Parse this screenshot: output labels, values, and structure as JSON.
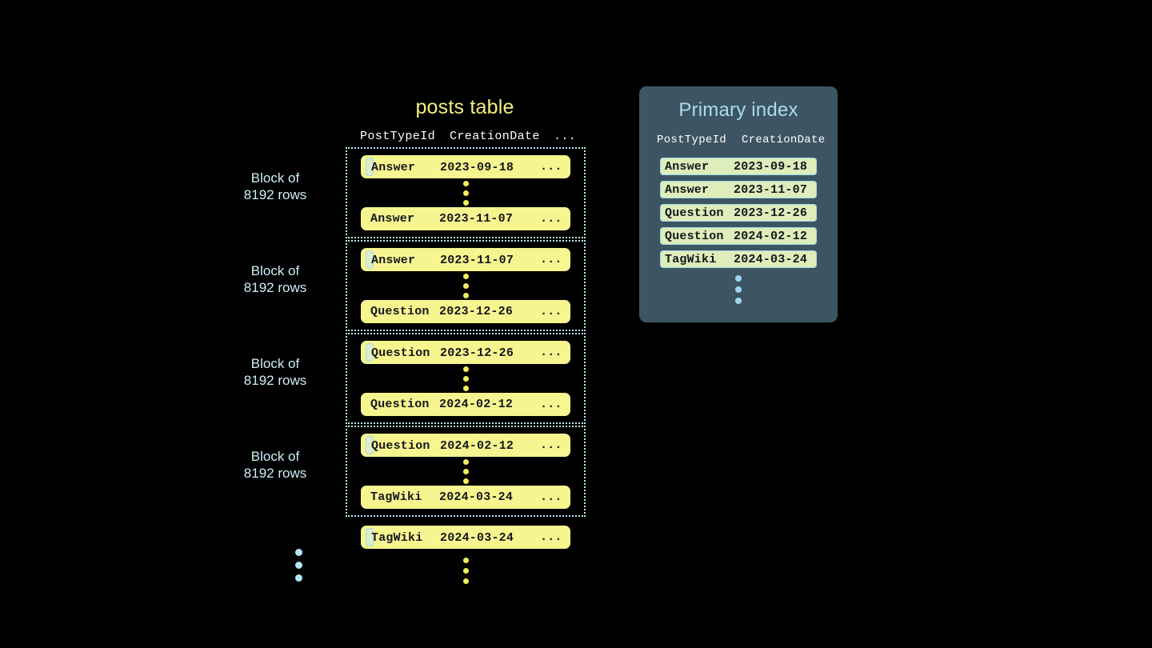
{
  "posts_table": {
    "title": "posts table",
    "columns": {
      "post_type_id": "PostTypeId",
      "creation_date": "CreationDate",
      "ellipsis": "..."
    },
    "row_ellipsis": "...",
    "block_label": "Block of\n8192 rows",
    "blocks": [
      {
        "label": "Block of\n8192 rows",
        "first_row": {
          "post_type_id": "Answer",
          "creation_date": "2023-09-18",
          "marked": true
        },
        "last_row": {
          "post_type_id": "Answer",
          "creation_date": "2023-11-07",
          "marked": false
        }
      },
      {
        "label": "Block of\n8192 rows",
        "first_row": {
          "post_type_id": "Answer",
          "creation_date": "2023-11-07",
          "marked": true
        },
        "last_row": {
          "post_type_id": "Question",
          "creation_date": "2023-12-26",
          "marked": false
        }
      },
      {
        "label": "Block of\n8192 rows",
        "first_row": {
          "post_type_id": "Question",
          "creation_date": "2023-12-26",
          "marked": true
        },
        "last_row": {
          "post_type_id": "Question",
          "creation_date": "2024-02-12",
          "marked": false
        }
      },
      {
        "label": "Block of\n8192 rows",
        "first_row": {
          "post_type_id": "Question",
          "creation_date": "2024-02-12",
          "marked": true
        },
        "last_row": {
          "post_type_id": "TagWiki",
          "creation_date": "2024-03-24",
          "marked": false
        }
      }
    ],
    "trailing_row": {
      "post_type_id": "TagWiki",
      "creation_date": "2024-03-24",
      "marked": true
    }
  },
  "primary_index": {
    "title": "Primary index",
    "columns": {
      "post_type_id": "PostTypeId",
      "creation_date": "CreationDate"
    },
    "rows": [
      {
        "post_type_id": "Answer",
        "creation_date": "2023-09-18"
      },
      {
        "post_type_id": "Answer",
        "creation_date": "2023-11-07"
      },
      {
        "post_type_id": "Question",
        "creation_date": "2023-12-26"
      },
      {
        "post_type_id": "Question",
        "creation_date": "2024-02-12"
      },
      {
        "post_type_id": "TagWiki",
        "creation_date": "2024-03-24"
      }
    ]
  },
  "colors": {
    "background": "#000000",
    "row_yellow": "#f7f58f",
    "row_marked_green": "#ddeecb",
    "marked_border_blue": "#a8d8ea",
    "title_yellow": "#f2ef7d",
    "label_cyan": "#cdeef7",
    "panel_slate": "#3d5563",
    "panel_title_blue": "#a9dcf0",
    "index_row_green": "#ddeeba",
    "dot_yellow": "#f2ef5e",
    "dot_cyan": "#b4e5f5",
    "text_dark": "#14161c",
    "header_white": "#ffffff"
  }
}
